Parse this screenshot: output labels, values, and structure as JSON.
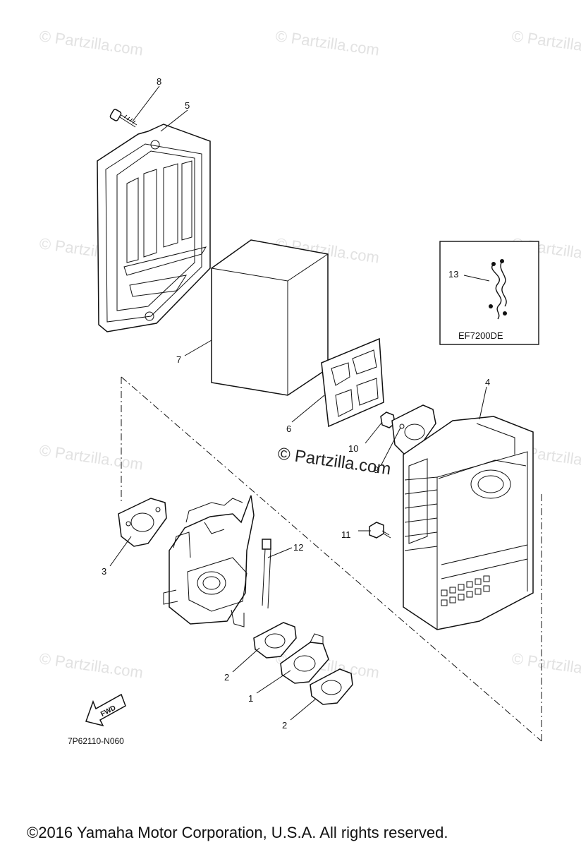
{
  "watermark": {
    "text": "© Partzilla.com",
    "center_text": "© Partzilla.com"
  },
  "inset": {
    "label": "EF7200DE",
    "part_number": "13"
  },
  "diagram_code": "7P62110-N060",
  "fwd_label": "FWD",
  "callouts": [
    "8",
    "5",
    "7",
    "6",
    "4",
    "10",
    "9",
    "3",
    "11",
    "12",
    "2",
    "1",
    "2"
  ],
  "copyright": "©2016  Yamaha Motor Corporation, U.S.A. All rights reserved."
}
